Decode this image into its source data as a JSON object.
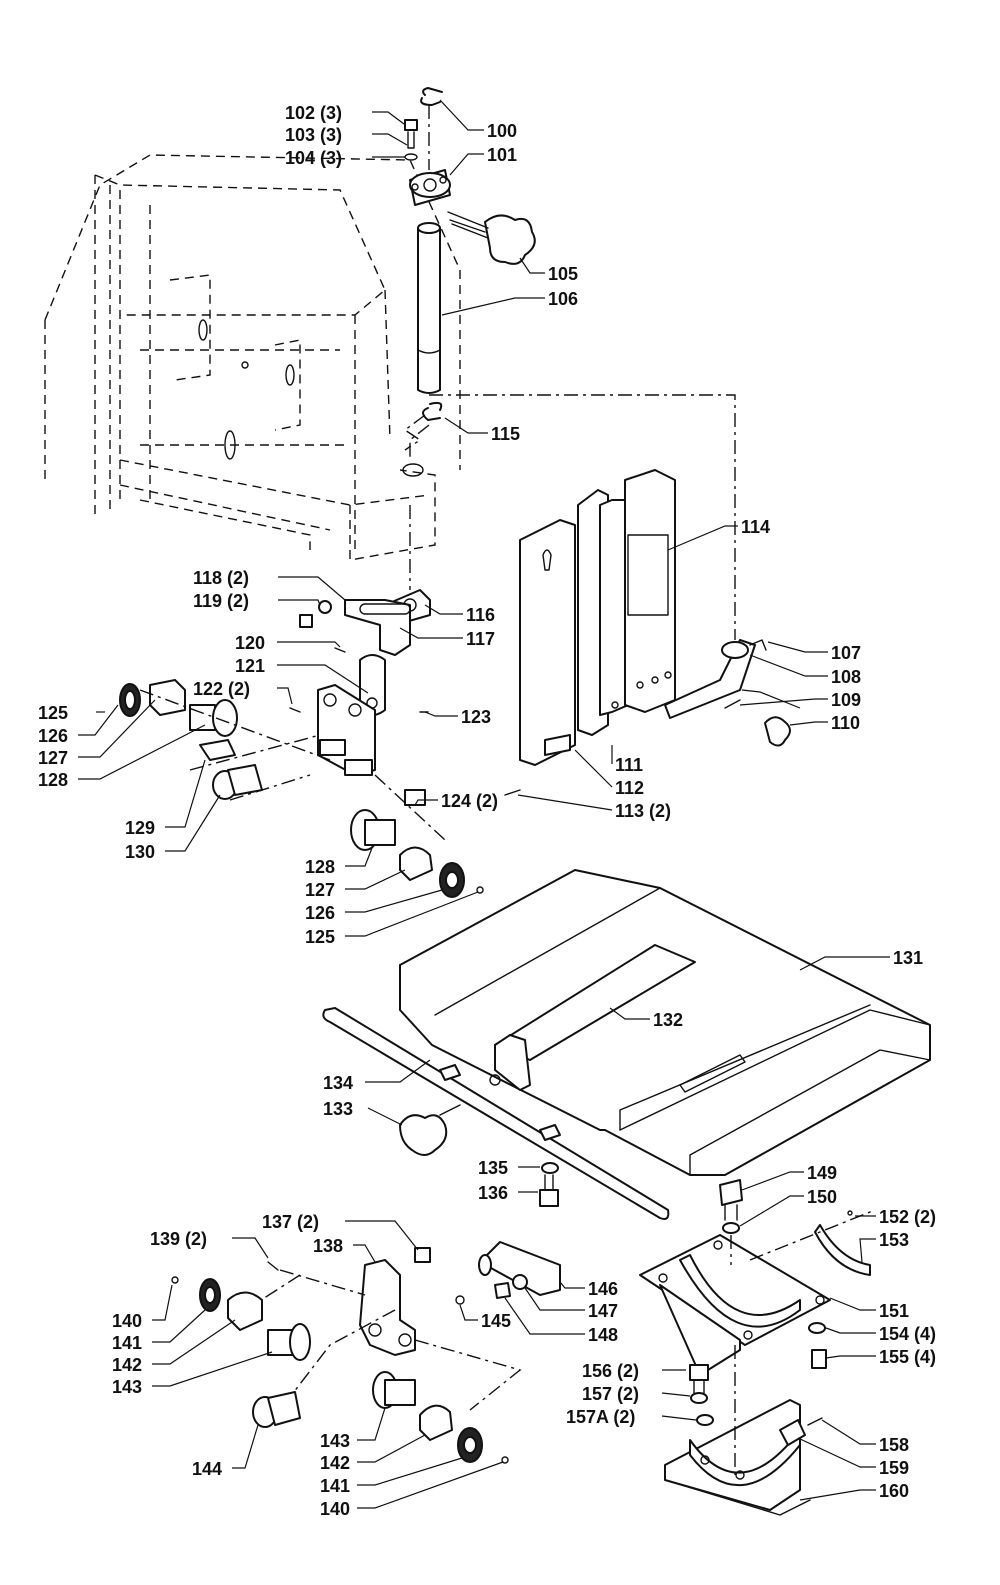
{
  "callouts": [
    "100",
    "101",
    "102 (3)",
    "103 (3)",
    "104 (3)",
    "105",
    "106",
    "107",
    "108",
    "109",
    "110",
    "111",
    "112",
    "113 (2)",
    "114",
    "115",
    "116",
    "117",
    "118 (2)",
    "119 (2)",
    "120",
    "121",
    "122 (2)",
    "123",
    "124 (2)",
    "125",
    "126",
    "127",
    "128",
    "129",
    "130",
    "128",
    "127",
    "126",
    "125",
    "131",
    "132",
    "133",
    "134",
    "135",
    "136",
    "137 (2)",
    "138",
    "139 (2)",
    "140",
    "141",
    "142",
    "143",
    "144",
    "145",
    "146",
    "147",
    "148",
    "149",
    "150",
    "151",
    "152 (2)",
    "153",
    "154 (4)",
    "155 (4)",
    "156 (2)",
    "157 (2)",
    "157A (2)",
    "158",
    "159",
    "160",
    "143",
    "142",
    "141",
    "140"
  ]
}
